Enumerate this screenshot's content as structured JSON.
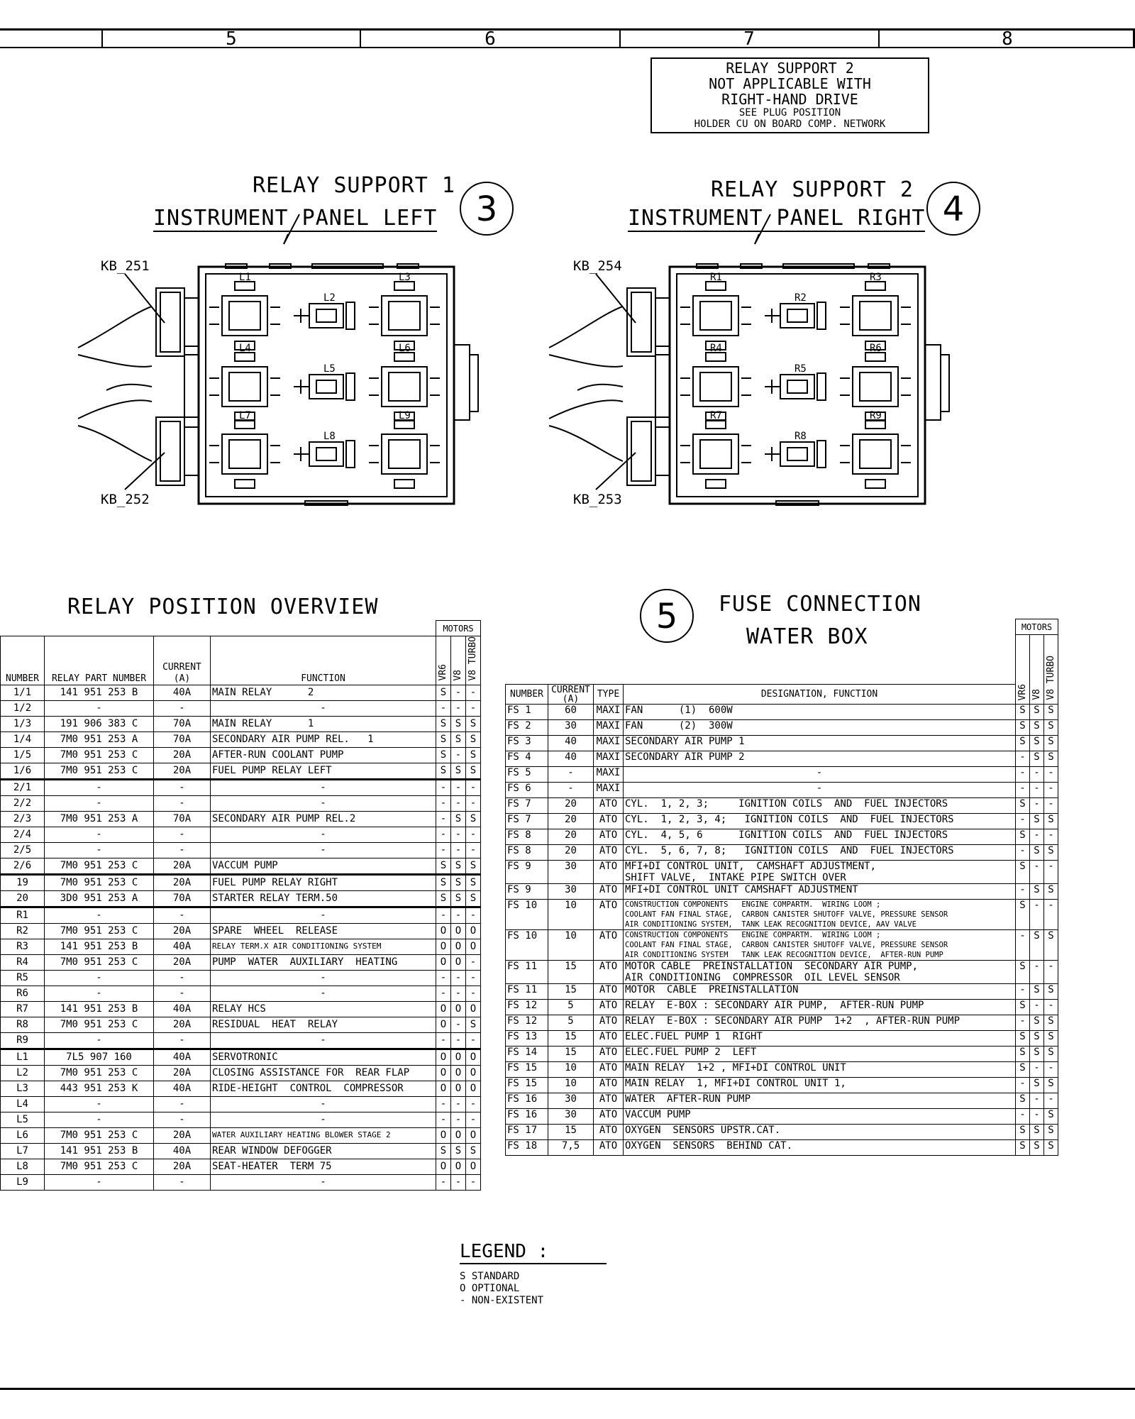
{
  "header": {
    "col_numbers": [
      "5",
      "6",
      "7",
      "8"
    ]
  },
  "note": {
    "line1": "RELAY SUPPORT 2",
    "line2": "NOT APPLICABLE WITH",
    "line3": "RIGHT-HAND DRIVE",
    "line4": "SEE  PLUG POSITION",
    "line5": "HOLDER CU ON BOARD COMP. NETWORK"
  },
  "support1": {
    "title1": "RELAY SUPPORT 1",
    "title2": "INSTRUMENT PANEL LEFT",
    "circle": "3",
    "kb_top": "KB_251",
    "kb_bottom": "KB_252",
    "labels": [
      "L1",
      "L2",
      "L3",
      "L4",
      "L5",
      "L6",
      "L7",
      "L8",
      "L9"
    ]
  },
  "support2": {
    "title1": "RELAY SUPPORT 2",
    "title2": "INSTRUMENT PANEL RIGHT",
    "circle": "4",
    "kb_top": "KB_254",
    "kb_bottom": "KB_253",
    "labels": [
      "R1",
      "R2",
      "R3",
      "R4",
      "R5",
      "R6",
      "R7",
      "R8",
      "R9"
    ]
  },
  "relay_table": {
    "title": "RELAY POSITION OVERVIEW",
    "motors_label": "MOTORS",
    "headers": {
      "number": "NUMBER",
      "part": "RELAY PART NUMBER",
      "current": "CURRENT (A)",
      "function": "FUNCTION",
      "m1": "VR6",
      "m2": "V8",
      "m3": "V8 TURBO"
    },
    "rows": [
      [
        "1/1",
        "141 951 253 B",
        "40A",
        "MAIN RELAY      2",
        "S",
        "-",
        "-"
      ],
      [
        "1/2",
        "-",
        "-",
        "-",
        "-",
        "-",
        "-"
      ],
      [
        "1/3",
        "191 906 383 C",
        "70A",
        "MAIN RELAY      1",
        "S",
        "S",
        "S"
      ],
      [
        "1/4",
        "7M0 951 253 A",
        "70A",
        "SECONDARY AIR PUMP REL.   1",
        "S",
        "S",
        "S"
      ],
      [
        "1/5",
        "7M0 951 253 C",
        "20A",
        "AFTER-RUN COOLANT PUMP",
        "S",
        "-",
        "S"
      ],
      [
        "1/6",
        "7M0 951 253 C",
        "20A",
        "FUEL PUMP RELAY LEFT",
        "S",
        "S",
        "S"
      ],
      [
        "2/1",
        "-",
        "-",
        "-",
        "-",
        "-",
        "-"
      ],
      [
        "2/2",
        "-",
        "-",
        "-",
        "-",
        "-",
        "-"
      ],
      [
        "2/3",
        "7M0 951 253 A",
        "70A",
        "SECONDARY AIR PUMP REL.2",
        "-",
        "S",
        "S"
      ],
      [
        "2/4",
        "-",
        "-",
        "-",
        "-",
        "-",
        "-"
      ],
      [
        "2/5",
        "-",
        "-",
        "-",
        "-",
        "-",
        "-"
      ],
      [
        "2/6",
        "7M0 951 253 C",
        "20A",
        "VACCUM PUMP",
        "S",
        "S",
        "S"
      ],
      [
        "19",
        "7M0 951 253 C",
        "20A",
        "FUEL PUMP RELAY RIGHT",
        "S",
        "S",
        "S"
      ],
      [
        "20",
        "3D0 951 253 A",
        "70A",
        "STARTER RELAY TERM.50",
        "S",
        "S",
        "S"
      ],
      [
        "R1",
        "-",
        "-",
        "-",
        "-",
        "-",
        "-"
      ],
      [
        "R2",
        "7M0 951 253 C",
        "20A",
        "SPARE  WHEEL  RELEASE",
        "O",
        "O",
        "O"
      ],
      [
        "R3",
        "141 951 253 B",
        "40A",
        "RELAY TERM.X AIR CONDITIONING SYSTEM",
        "O",
        "O",
        "O"
      ],
      [
        "R4",
        "7M0 951 253 C",
        "20A",
        "PUMP  WATER  AUXILIARY  HEATING",
        "O",
        "O",
        "-"
      ],
      [
        "R5",
        "-",
        "-",
        "-",
        "-",
        "-",
        "-"
      ],
      [
        "R6",
        "-",
        "-",
        "-",
        "-",
        "-",
        "-"
      ],
      [
        "R7",
        "141 951 253 B",
        "40A",
        "RELAY HCS",
        "O",
        "O",
        "O"
      ],
      [
        "R8",
        "7M0 951 253 C",
        "20A",
        "RESIDUAL  HEAT  RELAY",
        "O",
        "-",
        "S"
      ],
      [
        "R9",
        "-",
        "-",
        "-",
        "-",
        "-",
        "-"
      ],
      [
        "L1",
        "7L5 907 160",
        "40A",
        "SERVOTRONIC",
        "O",
        "O",
        "O"
      ],
      [
        "L2",
        "7M0 951 253 C",
        "20A",
        "CLOSING ASSISTANCE FOR  REAR FLAP",
        "O",
        "O",
        "O"
      ],
      [
        "L3",
        "443 951 253 K",
        "40A",
        "RIDE-HEIGHT  CONTROL  COMPRESSOR",
        "O",
        "O",
        "O"
      ],
      [
        "L4",
        "-",
        "-",
        "-",
        "-",
        "-",
        "-"
      ],
      [
        "L5",
        "-",
        "-",
        "-",
        "-",
        "-",
        "-"
      ],
      [
        "L6",
        "7M0 951 253 C",
        "20A",
        "WATER AUXILIARY HEATING BLOWER STAGE 2",
        "O",
        "O",
        "O"
      ],
      [
        "L7",
        "141 951 253 B",
        "40A",
        "REAR WINDOW DEFOGGER",
        "S",
        "S",
        "S"
      ],
      [
        "L8",
        "7M0 951 253 C",
        "20A",
        "SEAT-HEATER  TERM 75",
        "O",
        "O",
        "O"
      ],
      [
        "L9",
        "-",
        "-",
        "-",
        "-",
        "-",
        "-"
      ]
    ]
  },
  "fuse_table": {
    "circle": "5",
    "title1": "FUSE CONNECTION",
    "title2": "WATER BOX",
    "motors_label": "MOTORS",
    "headers": {
      "number": "NUMBER",
      "current": "CURRENT (A)",
      "type": "TYPE",
      "designation": "DESIGNATION, FUNCTION",
      "m1": "VR6",
      "m2": "V8",
      "m3": "V8 TURBO"
    },
    "rows": [
      [
        "FS 1",
        "60",
        "MAXI",
        "FAN      (1)  600W",
        "S",
        "S",
        "S"
      ],
      [
        "FS 2",
        "30",
        "MAXI",
        "FAN      (2)  300W",
        "S",
        "S",
        "S"
      ],
      [
        "FS 3",
        "40",
        "MAXI",
        "SECONDARY AIR PUMP 1",
        "S",
        "S",
        "S"
      ],
      [
        "FS 4",
        "40",
        "MAXI",
        "SECONDARY AIR PUMP 2",
        "-",
        "S",
        "S"
      ],
      [
        "FS 5",
        "-",
        "MAXI",
        "-",
        "-",
        "-",
        "-"
      ],
      [
        "FS 6",
        "-",
        "MAXI",
        "-",
        "-",
        "-",
        "-"
      ],
      [
        "FS 7",
        "20",
        "ATO",
        "CYL.  1, 2, 3;     IGNITION COILS  AND  FUEL INJECTORS",
        "S",
        "-",
        "-"
      ],
      [
        "FS 7",
        "20",
        "ATO",
        "CYL.  1, 2, 3, 4;   IGNITION COILS  AND  FUEL INJECTORS",
        "-",
        "S",
        "S"
      ],
      [
        "FS 8",
        "20",
        "ATO",
        "CYL.  4, 5, 6      IGNITION COILS  AND  FUEL INJECTORS",
        "S",
        "-",
        "-"
      ],
      [
        "FS 8",
        "20",
        "ATO",
        "CYL.  5, 6, 7, 8;   IGNITION COILS  AND  FUEL INJECTORS",
        "-",
        "S",
        "S"
      ],
      [
        "FS 9",
        "30",
        "ATO",
        "MFI+DI CONTROL UNIT,  CAMSHAFT ADJUSTMENT,|SHIFT VALVE,  INTAKE PIPE SWITCH OVER",
        "S",
        "-",
        "-"
      ],
      [
        "FS 9",
        "30",
        "ATO",
        "MFI+DI CONTROL UNIT CAMSHAFT ADJUSTMENT",
        "-",
        "S",
        "S"
      ],
      [
        "FS 10",
        "10",
        "ATO",
        "CONSTRUCTION COMPONENTS   ENGINE COMPARTM.  WIRING LOOM ;|COOLANT FAN FINAL STAGE,  CARBON CANISTER SHUTOFF VALVE, PRESSURE SENSOR|AIR CONDITIONING SYSTEM,  TANK LEAK RECOGNITION DEVICE, AAV VALVE",
        "S",
        "-",
        "-"
      ],
      [
        "FS 10",
        "10",
        "ATO",
        "CONSTRUCTION COMPONENTS   ENGINE COMPARTM.  WIRING LOOM ;|COOLANT FAN FINAL STAGE,  CARBON CANISTER SHUTOFF VALVE, PRESSURE SENSOR|AIR CONDITIONING SYSTEM   TANK LEAK RECOGNITION DEVICE,  AFTER-RUN PUMP",
        "-",
        "S",
        "S"
      ],
      [
        "FS 11",
        "15",
        "ATO",
        "MOTOR CABLE  PREINSTALLATION  SECONDARY AIR PUMP,|AIR CONDITIONING  COMPRESSOR  OIL LEVEL SENSOR",
        "S",
        "-",
        "-"
      ],
      [
        "FS 11",
        "15",
        "ATO",
        "MOTOR  CABLE  PREINSTALLATION",
        "-",
        "S",
        "S"
      ],
      [
        "FS 12",
        "5",
        "ATO",
        "RELAY  E-BOX : SECONDARY AIR PUMP,  AFTER-RUN PUMP",
        "S",
        "-",
        "-"
      ],
      [
        "FS 12",
        "5",
        "ATO",
        "RELAY  E-BOX : SECONDARY AIR PUMP  1+2  , AFTER-RUN PUMP",
        "-",
        "S",
        "S"
      ],
      [
        "FS 13",
        "15",
        "ATO",
        "ELEC.FUEL PUMP 1  RIGHT",
        "S",
        "S",
        "S"
      ],
      [
        "FS 14",
        "15",
        "ATO",
        "ELEC.FUEL PUMP 2  LEFT",
        "S",
        "S",
        "S"
      ],
      [
        "FS 15",
        "10",
        "ATO",
        "MAIN RELAY  1+2 , MFI+DI CONTROL UNIT",
        "S",
        "-",
        "-"
      ],
      [
        "FS 15",
        "10",
        "ATO",
        "MAIN RELAY  1, MFI+DI CONTROL UNIT 1,",
        "-",
        "S",
        "S"
      ],
      [
        "FS 16",
        "30",
        "ATO",
        "WATER  AFTER-RUN PUMP",
        "S",
        "-",
        "-"
      ],
      [
        "FS 16",
        "30",
        "ATO",
        "VACCUM PUMP",
        "-",
        "-",
        "S"
      ],
      [
        "FS 17",
        "15",
        "ATO",
        "OXYGEN  SENSORS UPSTR.CAT.",
        "S",
        "S",
        "S"
      ],
      [
        "FS 18",
        "7,5",
        "ATO",
        "OXYGEN  SENSORS  BEHIND CAT.",
        "S",
        "S",
        "S"
      ]
    ]
  },
  "legend": {
    "title": "LEGEND :",
    "items": [
      "S  STANDARD",
      "O  OPTIONAL",
      "-  NON-EXISTENT"
    ]
  }
}
